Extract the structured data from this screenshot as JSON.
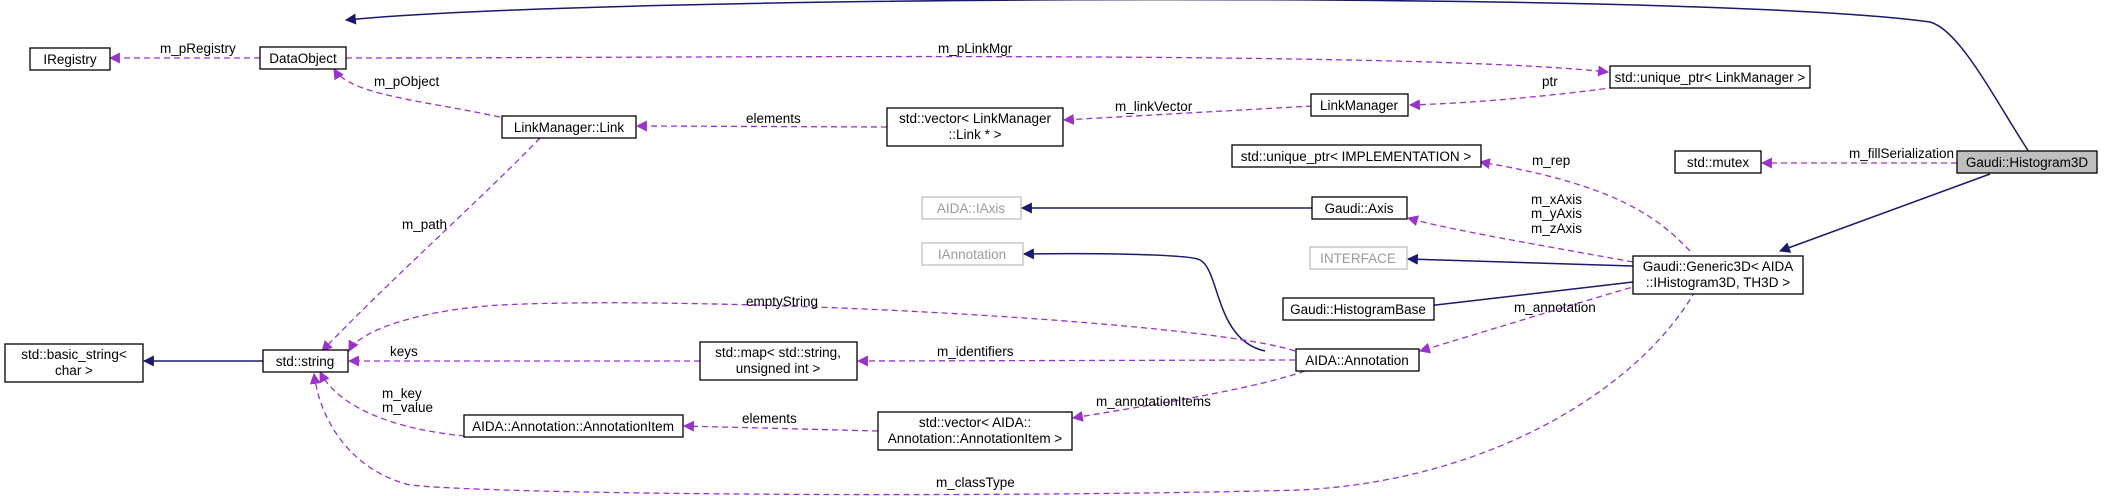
{
  "nodes": {
    "iregistry": "IRegistry",
    "dataobject": "DataObject",
    "unique_ptr_linkmgr": "std::unique_ptr< LinkManager >",
    "linkmanager_link": "LinkManager::Link",
    "vector_link_1": "std::vector< LinkManager",
    "vector_link_2": "::Link * >",
    "linkmanager": "LinkManager",
    "unique_ptr_impl": "std::unique_ptr< IMPLEMENTATION >",
    "mutex": "std::mutex",
    "histogram3d": "Gaudi::Histogram3D",
    "aida_iaxis": "AIDA::IAxis",
    "gaudi_axis": "Gaudi::Axis",
    "iannotation": "IAnnotation",
    "interface": "INTERFACE",
    "generic3d_1": "Gaudi::Generic3D< AIDA",
    "generic3d_2": "::IHistogram3D, TH3D >",
    "histogrambase": "Gaudi::HistogramBase",
    "basic_string_1": "std::basic_string<",
    "basic_string_2": "char >",
    "std_string": "std::string",
    "map_1": "std::map< std::string,",
    "map_2": "unsigned int >",
    "aida_annotation": "AIDA::Annotation",
    "annotation_item": "AIDA::Annotation::AnnotationItem",
    "vector_item_1": "std::vector< AIDA::",
    "vector_item_2": "Annotation::AnnotationItem >"
  },
  "edge_labels": {
    "m_pregistry": "m_pRegistry",
    "m_plinkmgr": "m_pLinkMgr",
    "m_pobject": "m_pObject",
    "elements_links": "elements",
    "m_linkvector": "m_linkVector",
    "ptr": "ptr",
    "m_fillserialization": "m_fillSerialization",
    "m_rep": "m_rep",
    "m_xaxis": "m_xAxis",
    "m_yaxis": "m_yAxis",
    "m_zaxis": "m_zAxis",
    "m_path": "m_path",
    "emptystring": "emptyString",
    "m_annotation": "m_annotation",
    "keys": "keys",
    "m_identifiers": "m_identifiers",
    "m_annotationitems": "m_annotationItems",
    "m_key": "m_key",
    "m_value": "m_value",
    "elements_items": "elements",
    "m_classtype": "m_classType"
  },
  "colors": {
    "inheritance": "#191970",
    "member": "#9a32cd",
    "highlight_fill": "#bfbfbf",
    "external_border": "#bfbfbf"
  }
}
